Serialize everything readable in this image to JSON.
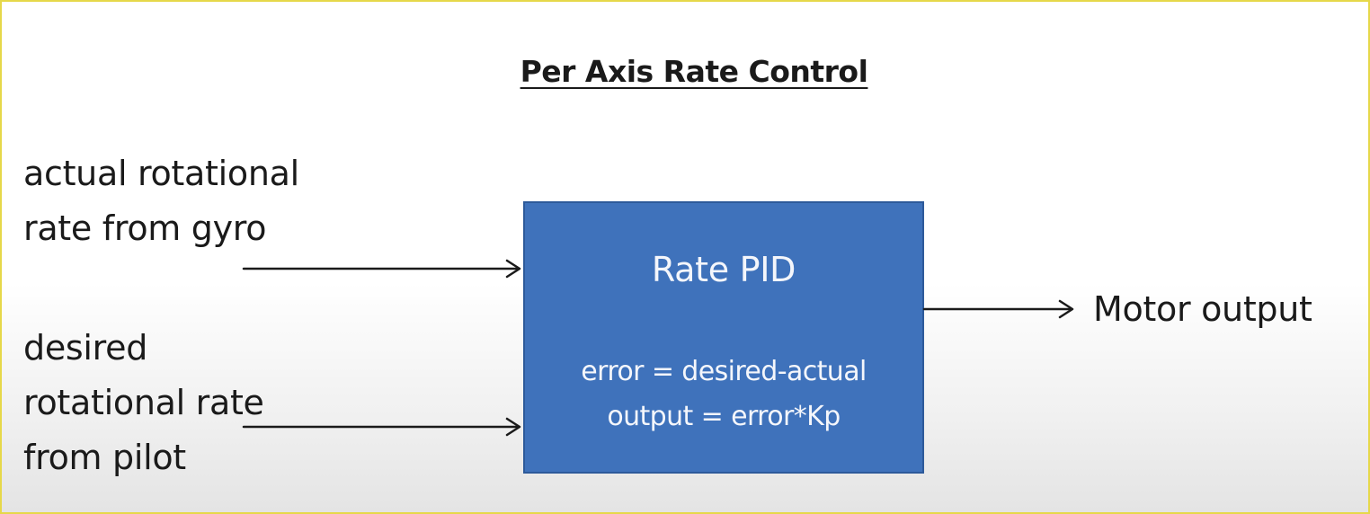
{
  "diagram": {
    "title": "Per Axis Rate Control",
    "inputs": {
      "actual_lines": [
        "actual rotational",
        "rate from gyro"
      ],
      "desired_lines": [
        "desired",
        "rotational rate",
        "from pilot"
      ]
    },
    "block": {
      "title": "Rate PID",
      "formula_1": "error = desired-actual",
      "formula_2": "output = error*Kp",
      "fill_color": "#3f72bb"
    },
    "output_label": "Motor output",
    "arrow_color": "#1a1a1a"
  }
}
